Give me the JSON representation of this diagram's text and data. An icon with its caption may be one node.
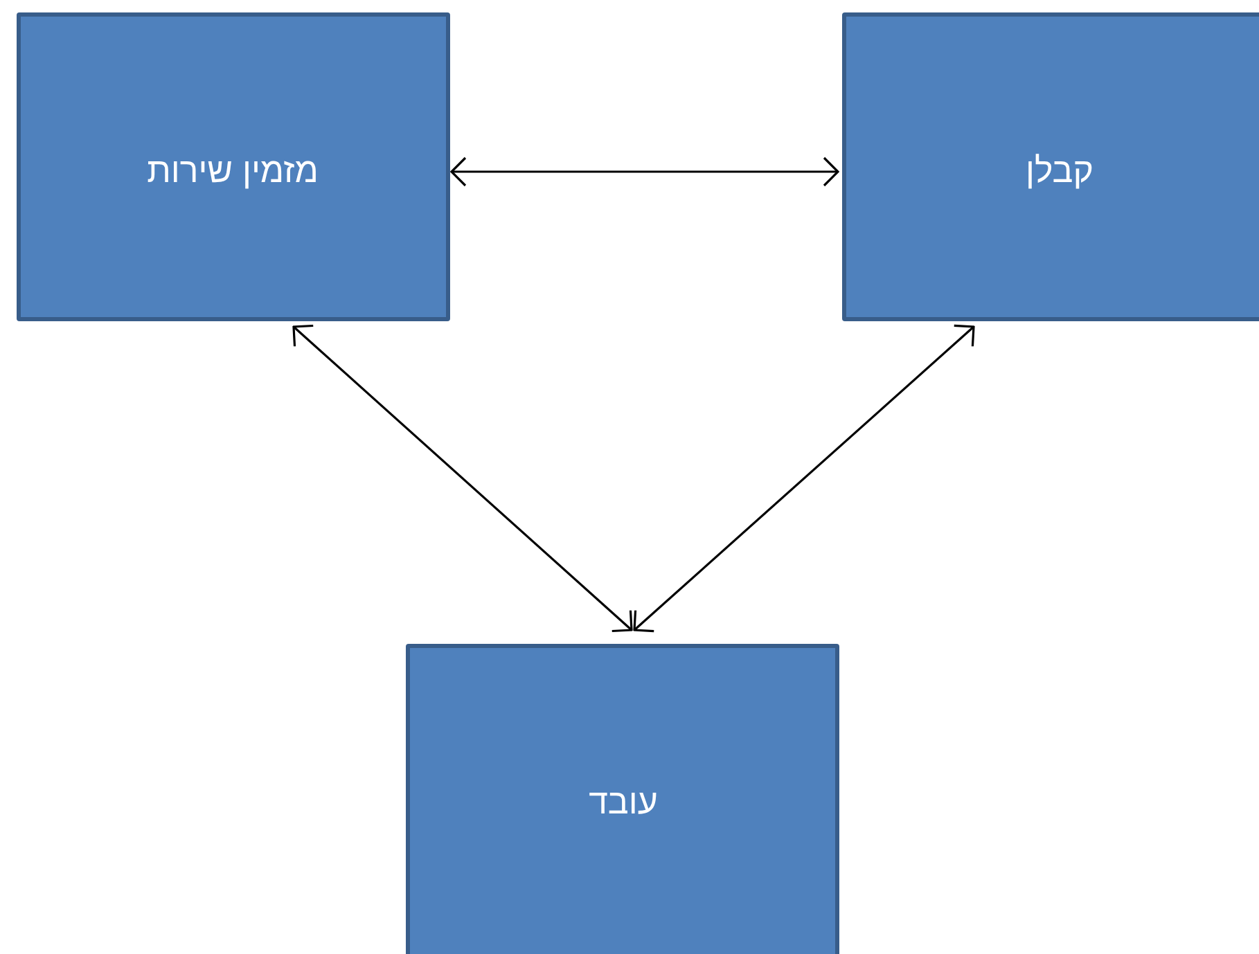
{
  "diagram": {
    "nodes": [
      {
        "text": [
          "מזמין שירות"
        ]
      },
      {
        "text": [
          "קבלן"
        ]
      },
      {
        "text": [
          "עובד"
        ]
      }
    ],
    "edges": [
      {
        "from": 0,
        "to": 1,
        "arrow": "both"
      },
      {
        "from": 0,
        "to": 2,
        "arrow": "both"
      },
      {
        "from": 1,
        "to": 2,
        "arrow": "both"
      }
    ]
  }
}
